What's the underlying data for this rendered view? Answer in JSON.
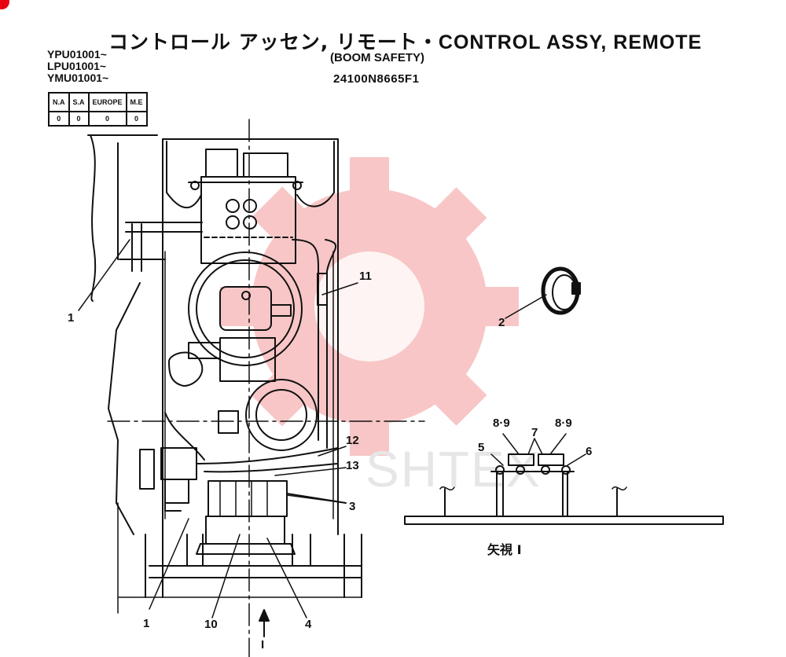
{
  "header": {
    "title_jp": "コントロール アッセン, リモート・",
    "title_en": "CONTROL ASSY, REMOTE",
    "subtitle": "(BOOM SAFETY)",
    "part_number": "24100N8665F1"
  },
  "serials": [
    "YPU01001~",
    "LPU01001~",
    "YMU01001~"
  ],
  "region_table": {
    "headers": [
      "N.A",
      "S.A",
      "EUROPE",
      "M.E"
    ],
    "values": [
      "0",
      "0",
      "0",
      "0"
    ]
  },
  "callouts": {
    "c1a": "1",
    "c1b": "1",
    "c2": "2",
    "c3": "3",
    "c4": "4",
    "c5": "5",
    "c6": "6",
    "c7": "7",
    "c89a": "8·9",
    "c89b": "8·9",
    "c10": "10",
    "c11": "11",
    "c12": "12",
    "c13": "13",
    "c_arrow": "I"
  },
  "view_label": "矢視 I",
  "watermark": {
    "text": "SHTEX",
    "color": "#f6b3b3"
  }
}
